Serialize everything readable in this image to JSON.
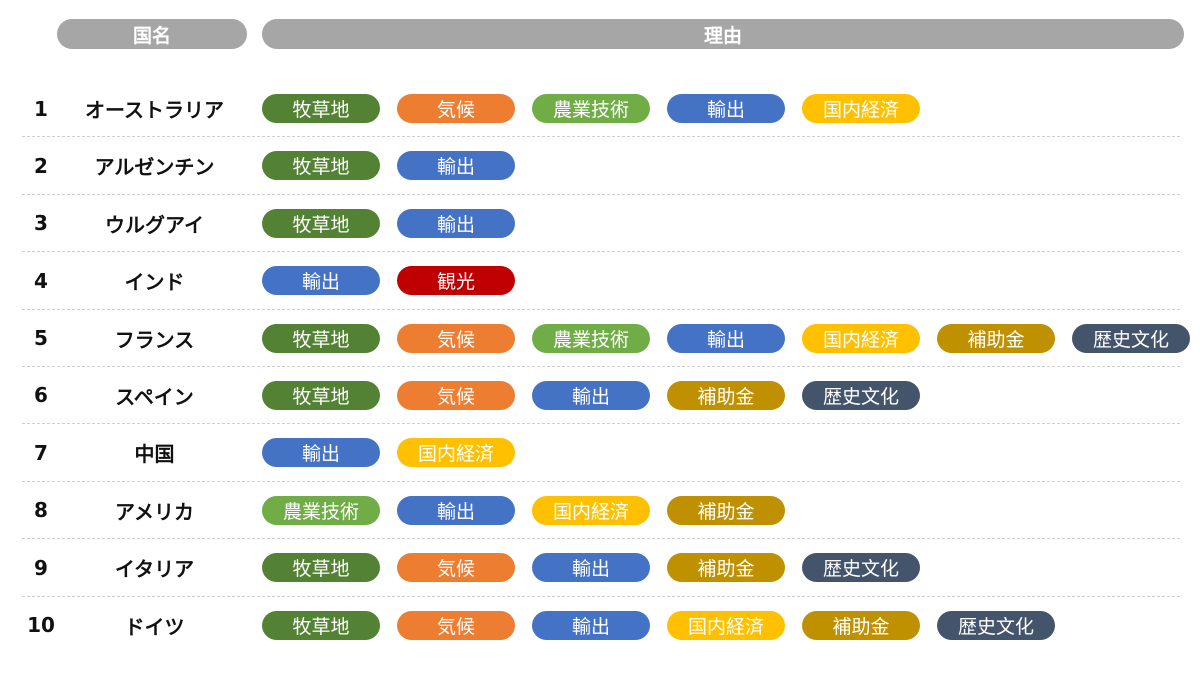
{
  "header": {
    "country": "国名",
    "reason": "理由"
  },
  "reason_colors": {
    "牧草地": "#548235",
    "気候": "#ed7d31",
    "農業技術": "#70ad47",
    "輸出": "#4472c4",
    "国内経済": "#ffc000",
    "観光": "#c00000",
    "補助金": "#bf9000",
    "歴史文化": "#44546a"
  },
  "rows": [
    {
      "rank": "1",
      "country": "オーストラリア",
      "reasons": [
        "牧草地",
        "気候",
        "農業技術",
        "輸出",
        "国内経済"
      ]
    },
    {
      "rank": "2",
      "country": "アルゼンチン",
      "reasons": [
        "牧草地",
        "輸出"
      ]
    },
    {
      "rank": "3",
      "country": "ウルグアイ",
      "reasons": [
        "牧草地",
        "輸出"
      ]
    },
    {
      "rank": "4",
      "country": "インド",
      "reasons": [
        "輸出",
        "観光"
      ]
    },
    {
      "rank": "5",
      "country": "フランス",
      "reasons": [
        "牧草地",
        "気候",
        "農業技術",
        "輸出",
        "国内経済",
        "補助金",
        "歴史文化"
      ]
    },
    {
      "rank": "6",
      "country": "スペイン",
      "reasons": [
        "牧草地",
        "気候",
        "輸出",
        "補助金",
        "歴史文化"
      ]
    },
    {
      "rank": "7",
      "country": "中国",
      "reasons": [
        "輸出",
        "国内経済"
      ]
    },
    {
      "rank": "8",
      "country": "アメリカ",
      "reasons": [
        "農業技術",
        "輸出",
        "国内経済",
        "補助金"
      ]
    },
    {
      "rank": "9",
      "country": "イタリア",
      "reasons": [
        "牧草地",
        "気候",
        "輸出",
        "補助金",
        "歴史文化"
      ]
    },
    {
      "rank": "10",
      "country": "ドイツ",
      "reasons": [
        "牧草地",
        "気候",
        "輸出",
        "国内経済",
        "補助金",
        "歴史文化"
      ]
    }
  ]
}
